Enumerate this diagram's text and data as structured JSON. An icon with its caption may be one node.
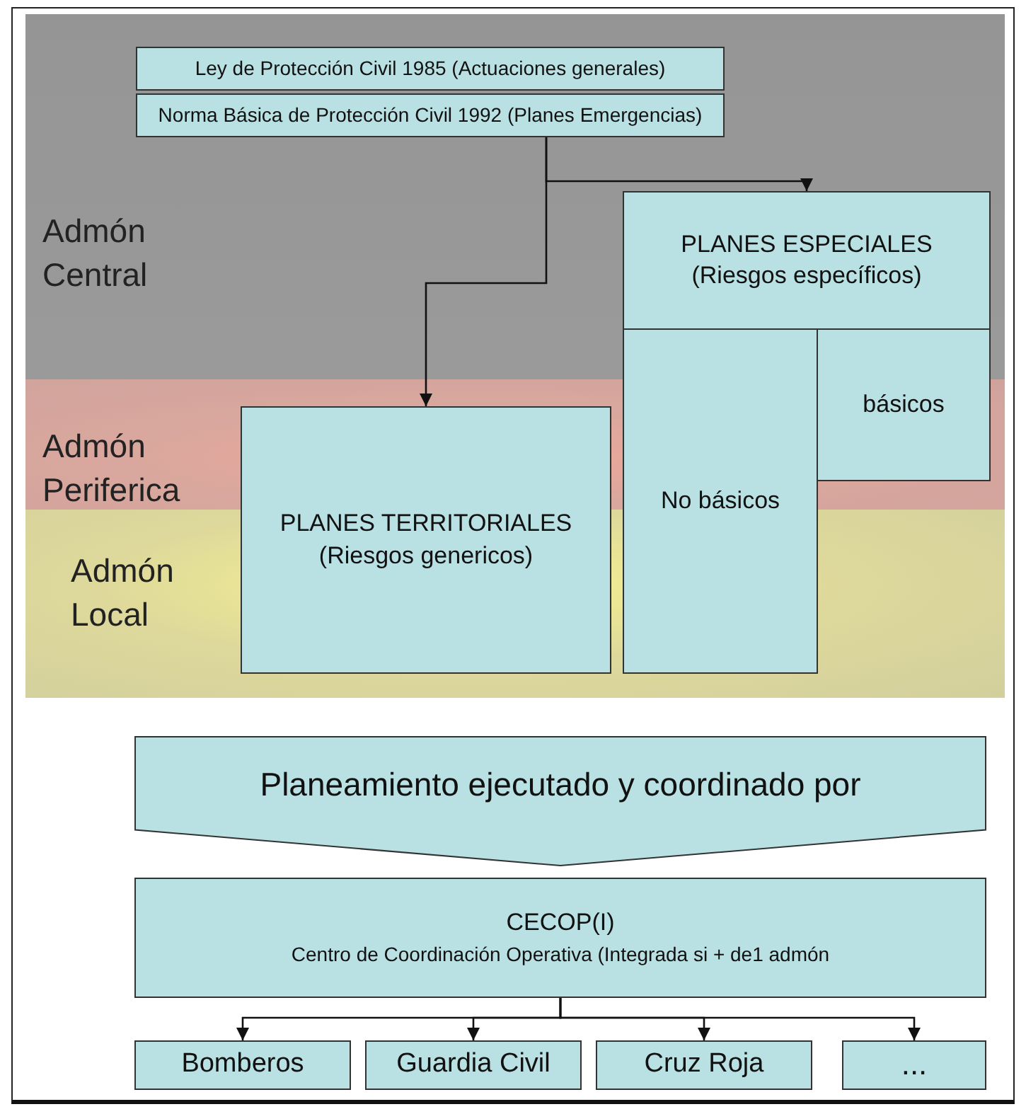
{
  "diagram": {
    "nodes": [
      {
        "text": [
          "Admón Central"
        ]
      },
      {
        "text": [
          "Admón Periferica"
        ]
      },
      {
        "text": [
          "Admón Local"
        ]
      },
      {
        "text": [
          "Ley de Protección Civil 1985 (Actuaciones generales)"
        ],
        "in": 0
      },
      {
        "text": [
          "Norma Básica de Protección Civil 1992 (Planes Emergencias)"
        ],
        "in": 0
      },
      {
        "text": [
          "PLANES TERRITORIALES (Riesgos genericos)"
        ]
      },
      {
        "text": [
          "PLANES ESPECIALES (Riesgos específicos)"
        ],
        "in": 0
      },
      {
        "text": [
          "No básicos"
        ]
      },
      {
        "text": [
          "básicos"
        ]
      },
      {
        "text": [
          "Planeamiento ejecutado y coordinado por"
        ]
      },
      {
        "text": [
          "CECOP(I)",
          "Centro de Coordinación Operativa (Integrada si + de1 admón"
        ]
      },
      {
        "text": [
          "Bomberos"
        ]
      },
      {
        "text": [
          "Guardia Civil"
        ]
      },
      {
        "text": [
          "Cruz Roja"
        ]
      },
      {
        "text": [
          "..."
        ]
      }
    ],
    "edges": [
      {
        "from": 4,
        "to": 5,
        "arrow": "to"
      },
      {
        "from": 4,
        "to": 6,
        "arrow": "to"
      },
      {
        "from": 10,
        "to": 11,
        "arrow": "to"
      },
      {
        "from": 10,
        "to": 12,
        "arrow": "to"
      },
      {
        "from": 10,
        "to": 13,
        "arrow": "to"
      },
      {
        "from": 10,
        "to": 14,
        "arrow": "to"
      }
    ]
  }
}
